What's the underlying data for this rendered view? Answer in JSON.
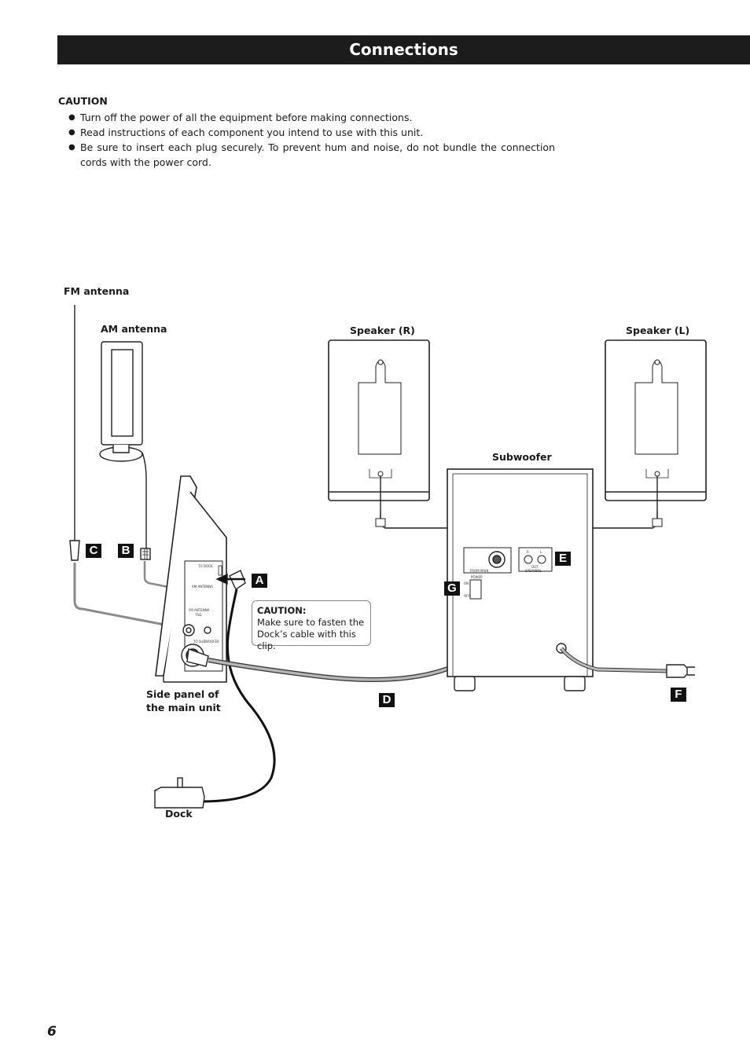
{
  "header": {
    "title": "Connections"
  },
  "caution": {
    "heading": "CAUTION",
    "items": [
      "Turn off the power of all the equipment before making connections.",
      "Read instructions of each component you intend to use with this unit.",
      "Be sure to insert each plug securely. To prevent hum and noise, do not bundle the connection cords with the power cord."
    ]
  },
  "diagram": {
    "labels": {
      "fm_antenna": "FM antenna",
      "am_antenna": "AM antenna",
      "speaker_r": "Speaker (R)",
      "speaker_l": "Speaker (L)",
      "subwoofer": "Subwoofer",
      "side_panel_line1": "Side panel of",
      "side_panel_line2": "the main unit",
      "dock": "Dock"
    },
    "badges": {
      "a": "A",
      "b": "B",
      "c": "C",
      "d": "D",
      "e": "E",
      "f": "F",
      "g": "G"
    },
    "callout": {
      "title": "CAUTION:",
      "line1": "Make sure to fasten the",
      "line2": "Dock’s cable with this clip."
    },
    "panel_text": {
      "to_dock": "TO DOCK",
      "am_antenna": "AM ANTENNA",
      "fm_antenna": "FM ANTENNA",
      "fm_ohm": "75Ω",
      "to_sub": "TO SUBWOOFER",
      "from_main": "FROM MAIN",
      "power": "POWER",
      "on": "ON",
      "off": "OFF",
      "r": "R",
      "l": "L",
      "out": "OUT",
      "speakers": "SPEAKERS"
    }
  },
  "page_number": "6"
}
